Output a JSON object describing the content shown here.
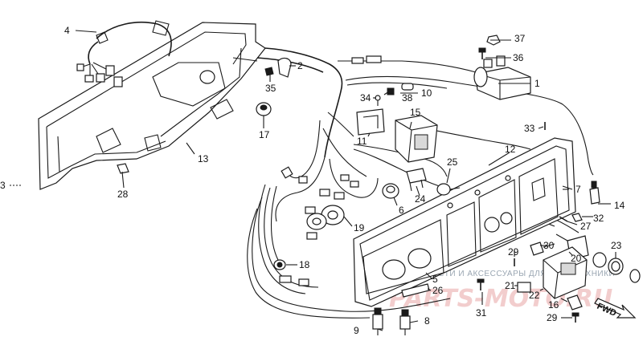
{
  "callouts": [
    "1",
    "2",
    "3",
    "4",
    "5",
    "6",
    "7",
    "8",
    "9",
    "10",
    "11",
    "12",
    "13",
    "14",
    "15",
    "16",
    "17",
    "18",
    "19",
    "20",
    "21",
    "22",
    "23",
    "24",
    "25",
    "26",
    "27",
    "28",
    "29",
    "29",
    "30",
    "31",
    "32",
    "33",
    "34",
    "35",
    "36",
    "37",
    "38"
  ],
  "watermark": {
    "subtitle": "ЗАПЧАСТИ И АКСЕССУАРЫ ДЛЯ МОТОТЕХНИКИ",
    "brand": "PARTS-MOTO.RU"
  },
  "direction_label": "FWD"
}
